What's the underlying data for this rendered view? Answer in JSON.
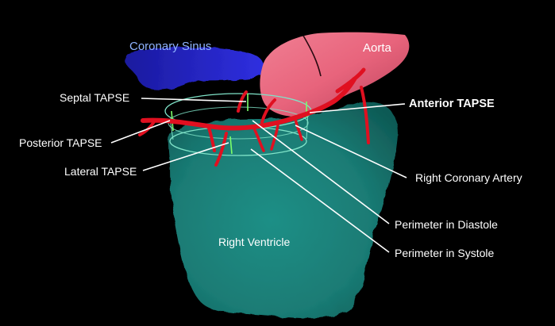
{
  "labels": {
    "coronary_sinus": "Coronary Sinus",
    "aorta": "Aorta",
    "septal_tapse": "Septal TAPSE",
    "anterior_tapse": "Anterior TAPSE",
    "posterior_tapse": "Posterior TAPSE",
    "lateral_tapse": "Lateral TAPSE",
    "right_coronary_artery": "Right Coronary Artery",
    "perimeter_diastole": "Perimeter in Diastole",
    "perimeter_systole": "Perimeter in Systole",
    "right_ventricle": "Right Ventricle"
  },
  "colors": {
    "background": "#000000",
    "ventricle": "#1f8f86",
    "ventricle_shadow": "#0f5a55",
    "aorta": "#e8647c",
    "coronary_artery": "#e01020",
    "coronary_sinus": "#2a2ad8",
    "perimeter": "#7fe3c8",
    "tapse_marker": "#7cff6a",
    "leader_line": "#ffffff",
    "label_blue": "#8fb4ff"
  }
}
